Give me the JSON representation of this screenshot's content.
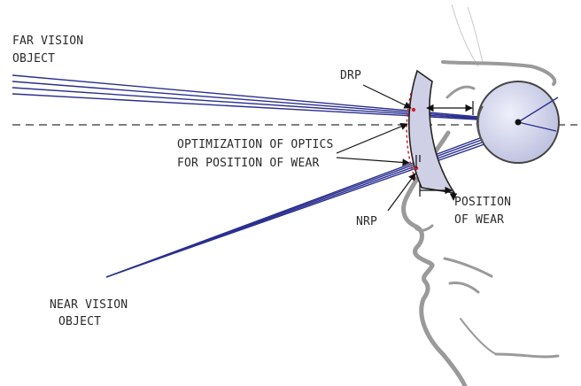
{
  "labels": {
    "far_vision_line1": "FAR VISION",
    "far_vision_line2": "OBJECT",
    "drp": "DRP",
    "optimization_line1": "OPTIMIZATION OF OPTICS",
    "optimization_line2": "FOR POSITION OF WEAR",
    "nrp": "NRP",
    "position_of_wear_line1": "POSITION",
    "position_of_wear_line2": "OF WEAR",
    "near_vision_line1": "NEAR VISION",
    "near_vision_line2": "OBJECT"
  },
  "colors": {
    "ray": "#2b2f8f",
    "lens_fill": "#cfd0e6",
    "eye_fill": "#d4d6ea",
    "face": "#9a9a9a",
    "reference_point": "#d21e2a"
  }
}
